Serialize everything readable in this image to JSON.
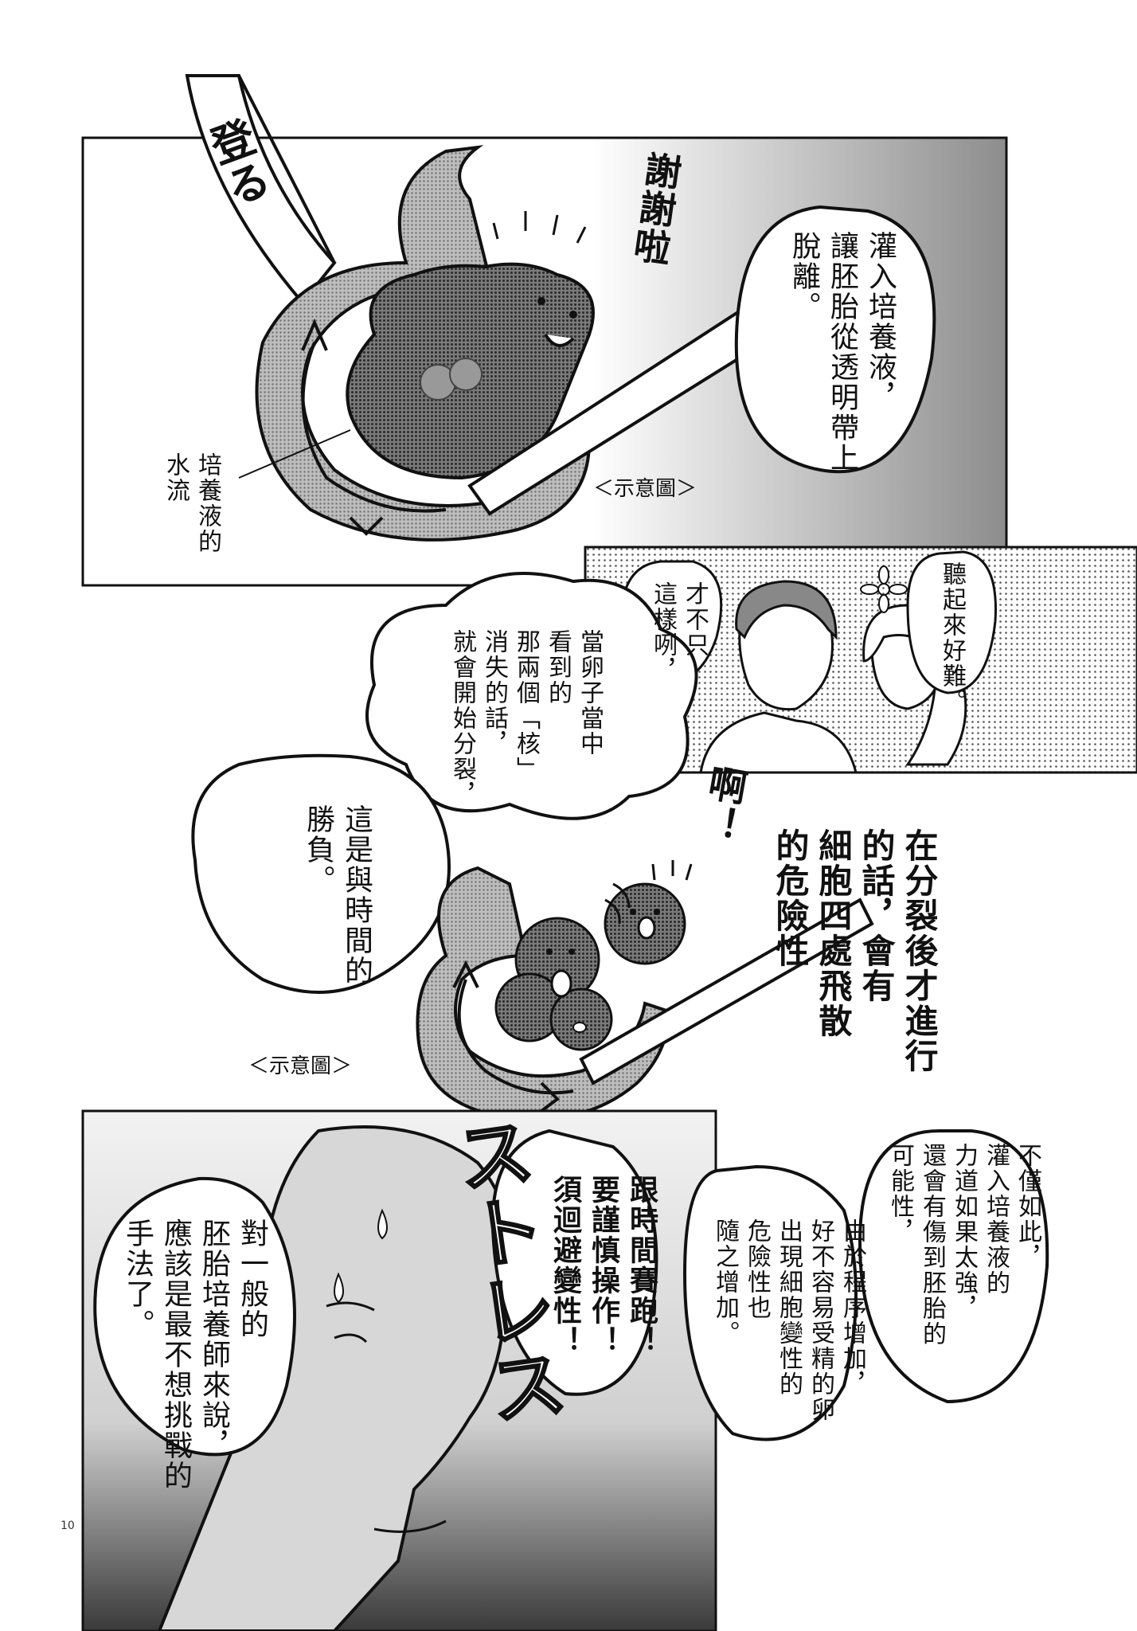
{
  "page": {
    "number": "10"
  },
  "panel1": {
    "sfx_noburu": "登る",
    "sfx_thanks": "謝謝啦",
    "speech_main": "灌入培養液，\n讓胚胎從透明帶上\n脫離。",
    "label_flow": "培養液的\n水流",
    "caption": "＜示意圖＞"
  },
  "panel2": {
    "speech_sounds_hard": "聽起來好難。",
    "speech_not_only": "才不只\n這樣咧，",
    "speech_nuclei": "當卵子當中\n看到的\n那兩個「核」\n消失的話，\n就會開始分裂，",
    "speech_race": "這是與時間的\n勝負。"
  },
  "panel3": {
    "sfx_ah": "啊！",
    "narration": "在分裂後才進行\n的話，會有\n細胞四處飛散\n的危險性",
    "caption": "＜示意圖＞"
  },
  "panel4": {
    "speech_not_only2": "不僅如此，\n灌入培養液的\n力道如果太強，\n還會有傷到胚胎的\n可能性，",
    "speech_procedure": "由於程序增加，\n好不容易受精的卵\n出現細胞變性的\n危險性也\n隨之增加。",
    "speech_race_time": "跟時間賽跑！\n要謹慎操作！\n須迴避變性！",
    "speech_general": "對一般的\n胚胎培養師來說，\n應該是最不想挑戰的\n手法了。",
    "sfx_stress": "ストレス"
  },
  "colors": {
    "ink": "#111111",
    "tone": "#9a9a9a",
    "paper": "#ffffff"
  }
}
